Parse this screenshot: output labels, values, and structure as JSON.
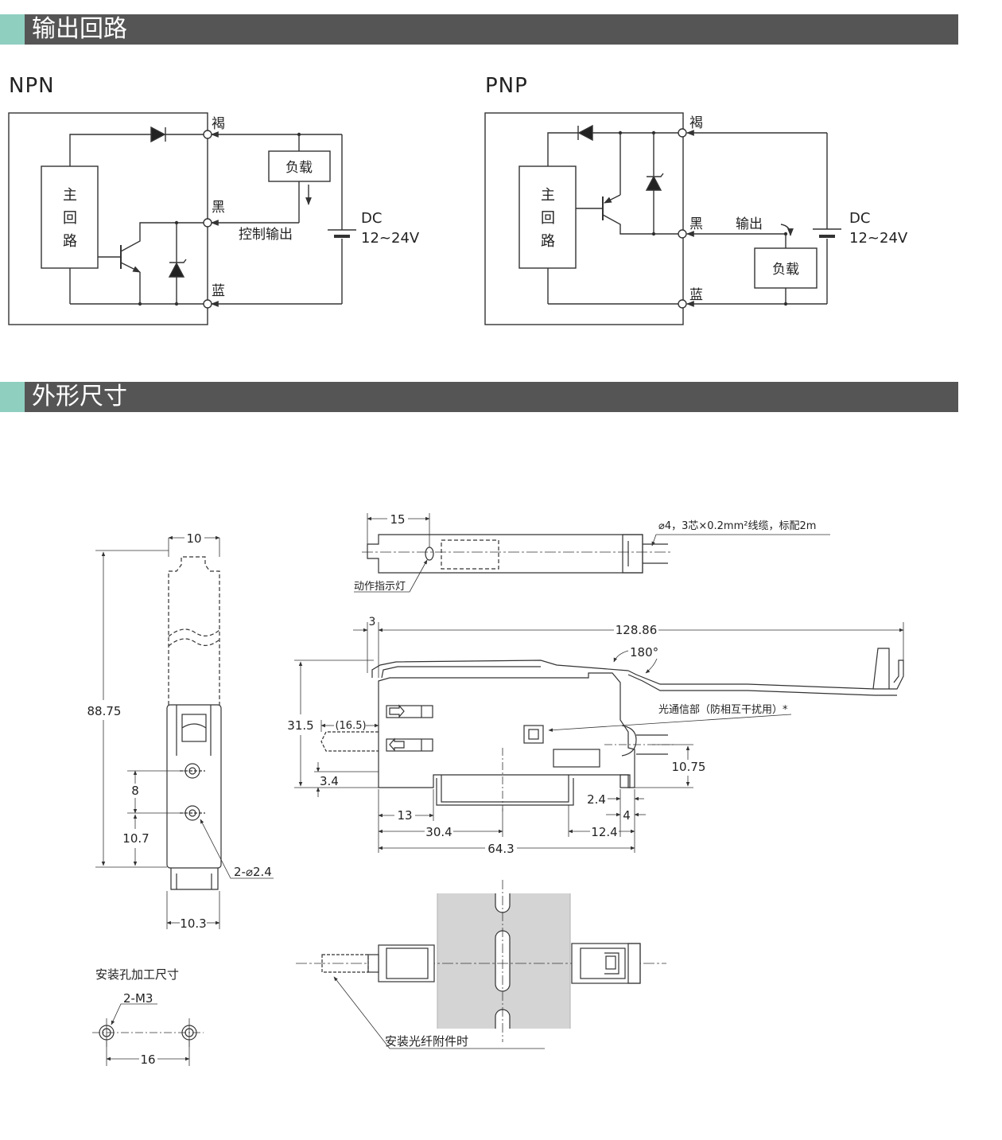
{
  "sections": {
    "output_circuit": {
      "title": "输出回路"
    },
    "dimensions": {
      "title": "外形尺寸"
    }
  },
  "circuits": {
    "npn": {
      "title": "NPN",
      "main_circuit": [
        "主",
        "回",
        "路"
      ],
      "wire_brown": "褐",
      "wire_black": "黑",
      "wire_blue": "蓝",
      "load": "负载",
      "control_output": "控制输出",
      "dc": "DC",
      "voltage": "12~24V"
    },
    "pnp": {
      "title": "PNP",
      "main_circuit": [
        "主",
        "回",
        "路"
      ],
      "wire_brown": "褐",
      "wire_black": "黑",
      "wire_blue": "蓝",
      "load": "负载",
      "output": "输出",
      "dc": "DC",
      "voltage": "12~24V"
    }
  },
  "dimensions": {
    "front": {
      "width_top": "10",
      "height": "88.75",
      "hole_pitch": "8",
      "hole_bottom": "10.7",
      "holes": "2-⌀2.4",
      "width_bottom": "10.3"
    },
    "mount_hole": {
      "title": "安装孔加工尺寸",
      "thread": "2-M3",
      "pitch": "16"
    },
    "top": {
      "indicator_pos": "15",
      "cable_spec": "⌀4，3芯×0.2mm²线缆，标配2m",
      "indicator_label": "动作指示灯"
    },
    "side": {
      "cover_offset": "3",
      "cover_length": "128.86",
      "open_angle": "180°",
      "comm_label": "光通信部（防相互干扰用）*",
      "height": "31.5",
      "fiber_len": "(16.5)",
      "rail_height": "3.4",
      "cable_height": "10.75",
      "d_2_4": "2.4",
      "d_4": "4",
      "d_13": "13",
      "d_30_4": "30.4",
      "d_12_4": "12.4",
      "length": "64.3"
    },
    "bottom": {
      "fiber_label": "安装光纤附件时"
    }
  },
  "colors": {
    "header_bg": "#555555",
    "header_accent": "#8fcfc0",
    "rail_fill": "#d4d4d4"
  }
}
